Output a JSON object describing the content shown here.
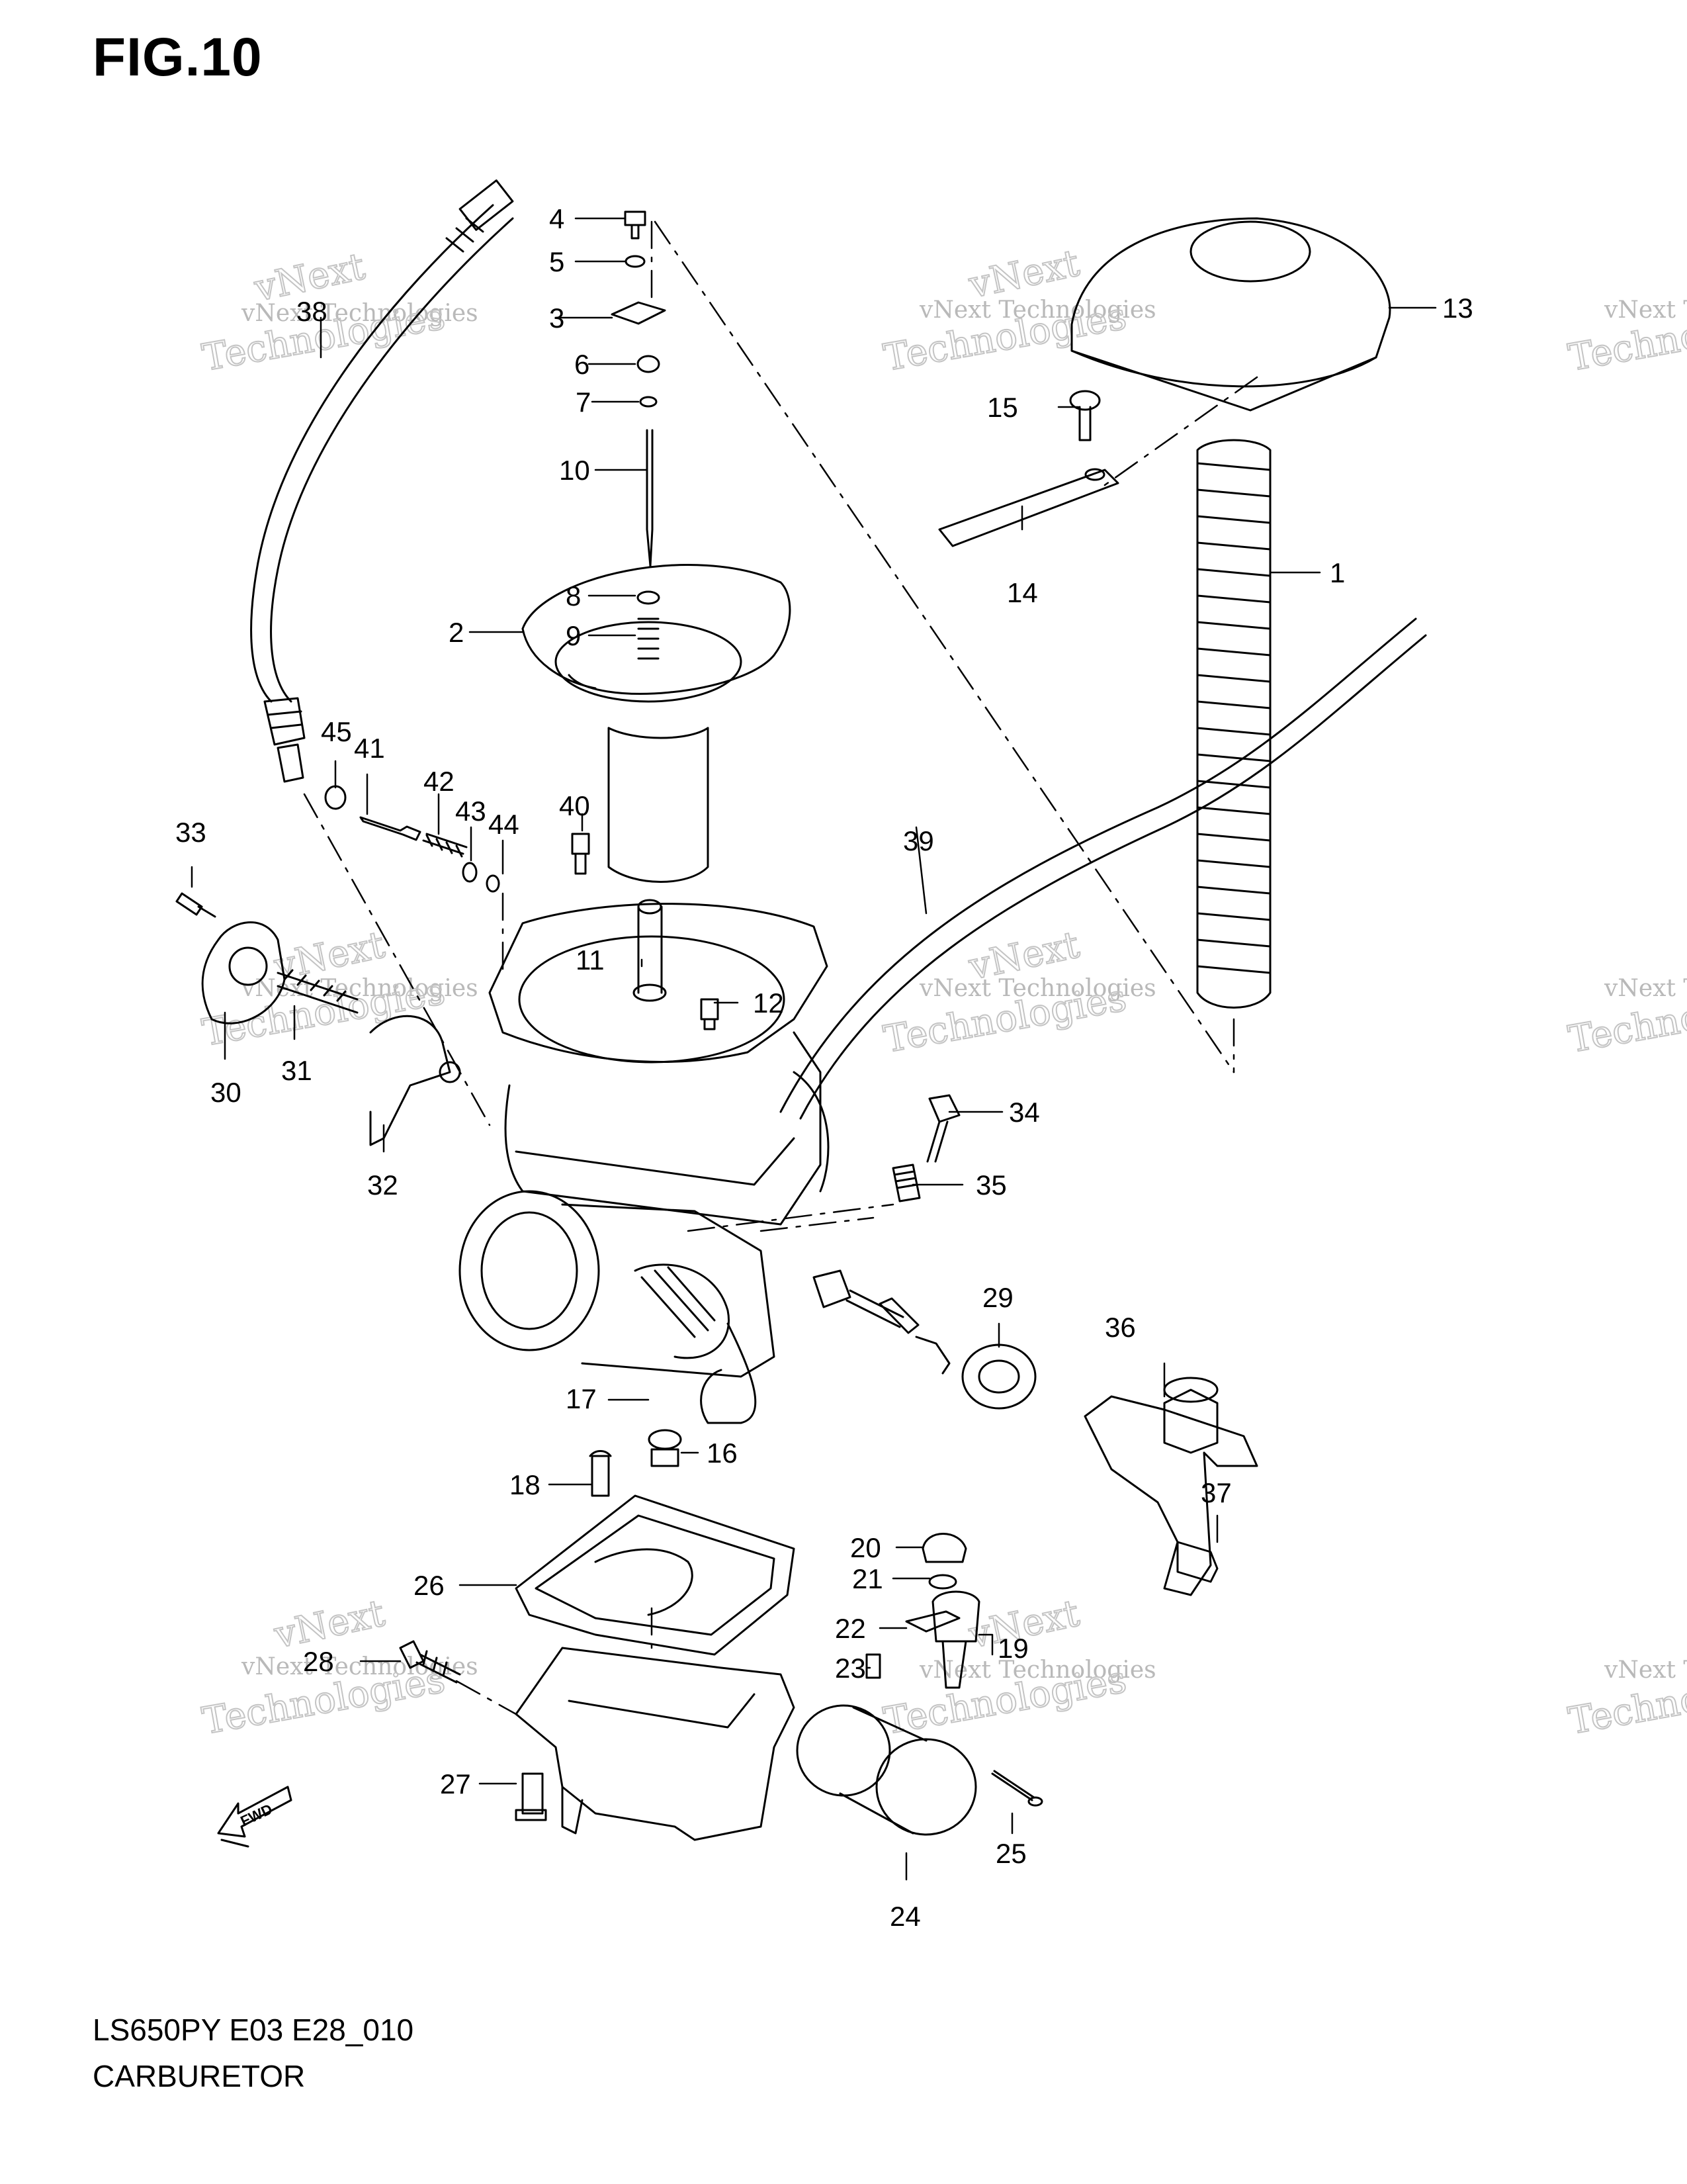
{
  "figure": {
    "title": "FIG.10"
  },
  "footer": {
    "model_code": "LS650PY E03 E28_010",
    "caption": "CARBURETOR"
  },
  "watermark": {
    "line1": "vNext Technologies",
    "line2": "Technologies",
    "logo": "vNext"
  },
  "callouts": {
    "c1": "1",
    "c2": "2",
    "c3": "3",
    "c4": "4",
    "c5": "5",
    "c6": "6",
    "c7": "7",
    "c8": "8",
    "c9": "9",
    "c10": "10",
    "c11": "11",
    "c12": "12",
    "c13": "13",
    "c14": "14",
    "c15": "15",
    "c16": "16",
    "c17": "17",
    "c18": "18",
    "c19": "19",
    "c20": "20",
    "c21": "21",
    "c22": "22",
    "c23": "23",
    "c24": "24",
    "c25": "25",
    "c26": "26",
    "c27": "27",
    "c28": "28",
    "c29": "29",
    "c30": "30",
    "c31": "31",
    "c32": "32",
    "c33": "33",
    "c34": "34",
    "c35": "35",
    "c36": "36",
    "c37": "37",
    "c38": "38",
    "c39": "39",
    "c40": "40",
    "c41": "41",
    "c42": "42",
    "c43": "43",
    "c44": "44",
    "c45": "45"
  },
  "badge": {
    "fwd": "FWD"
  },
  "colors": {
    "line": "#000000",
    "watermark": "#bbbbbb"
  }
}
